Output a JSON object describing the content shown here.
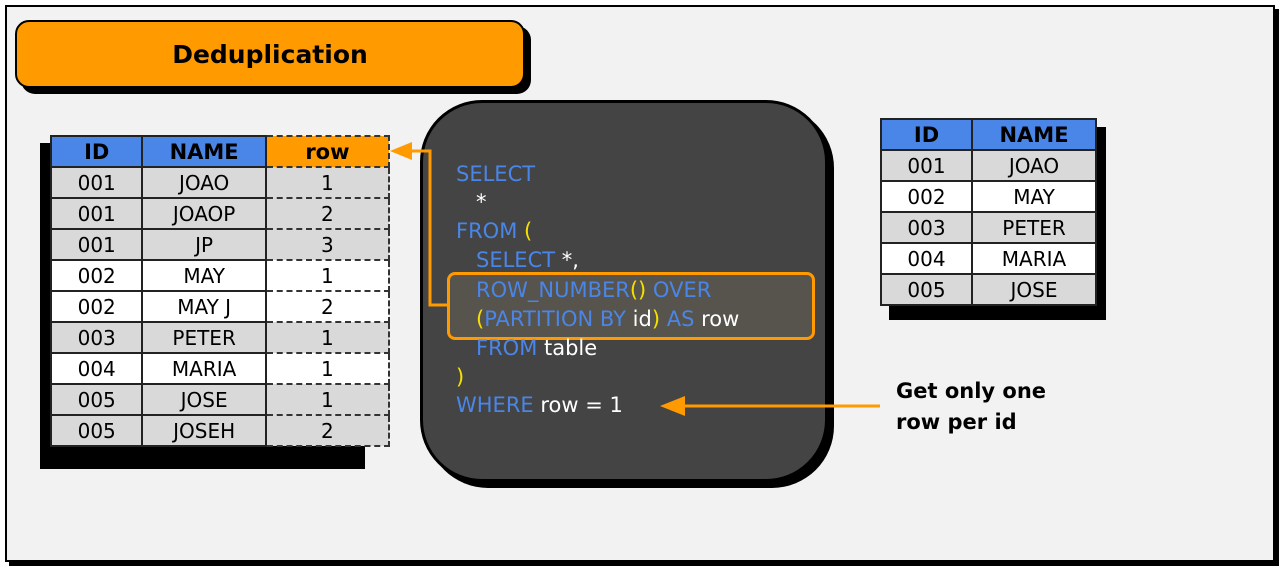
{
  "title": "Deduplication",
  "input_table": {
    "headers": [
      "ID",
      "NAME",
      "row"
    ],
    "rows": [
      {
        "id": "001",
        "name": "JOAO",
        "row": "1",
        "shade": "g"
      },
      {
        "id": "001",
        "name": "JOAOP",
        "row": "2",
        "shade": "g"
      },
      {
        "id": "001",
        "name": "JP",
        "row": "3",
        "shade": "g"
      },
      {
        "id": "002",
        "name": "MAY",
        "row": "1",
        "shade": "w"
      },
      {
        "id": "002",
        "name": "MAY J",
        "row": "2",
        "shade": "w"
      },
      {
        "id": "003",
        "name": "PETER",
        "row": "1",
        "shade": "g"
      },
      {
        "id": "004",
        "name": "MARIA",
        "row": "1",
        "shade": "w"
      },
      {
        "id": "005",
        "name": "JOSE",
        "row": "1",
        "shade": "g"
      },
      {
        "id": "005",
        "name": "JOSEH",
        "row": "2",
        "shade": "g"
      }
    ]
  },
  "output_table": {
    "headers": [
      "ID",
      "NAME"
    ],
    "rows": [
      {
        "id": "001",
        "name": "JOAO",
        "shade": "g"
      },
      {
        "id": "002",
        "name": "MAY",
        "shade": "w"
      },
      {
        "id": "003",
        "name": "PETER",
        "shade": "g"
      },
      {
        "id": "004",
        "name": "MARIA",
        "shade": "w"
      },
      {
        "id": "005",
        "name": "JOSE",
        "shade": "g"
      }
    ]
  },
  "code": {
    "select": "SELECT",
    "star": "*",
    "from": "FROM",
    "lparen": "(",
    "select2": "SELECT",
    "star_comma": " *,",
    "row_number": "ROW_NUMBER",
    "parens": "()",
    "over": " OVER",
    "lparen2": "(",
    "partition_by": "PARTITION BY",
    "id": " id",
    "rparen2": ")",
    "as": " AS",
    "row": " row",
    "from2": "FROM",
    "table": " table",
    "rparen": ")",
    "where": "WHERE",
    "condition": " row = 1"
  },
  "note": {
    "line1": "Get only one",
    "line2": "row per id"
  },
  "colors": {
    "accent": "#ff9a00",
    "header_blue": "#4a86e8",
    "code_bg": "#444444",
    "paren": "#f5e000"
  }
}
